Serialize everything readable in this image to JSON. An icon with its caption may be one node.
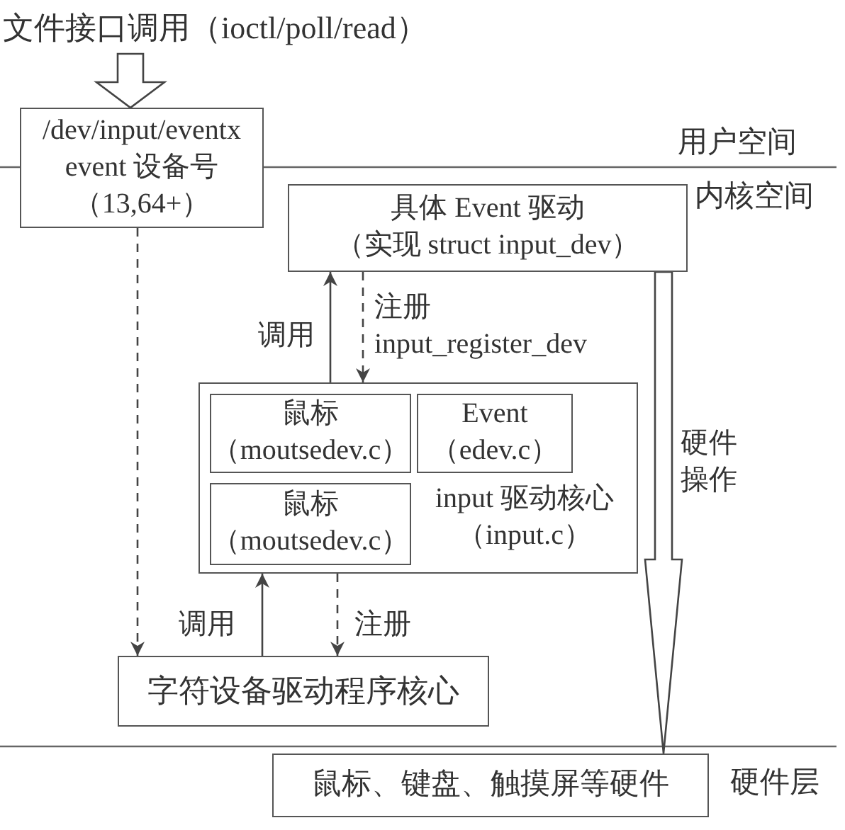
{
  "diagram": {
    "nodes": [
      {
        "text": [
          "文件接口调用（ioctl/poll/read）"
        ]
      },
      {
        "text": [
          "/dev/input/eventx event 设备号",
          "（13,64+）"
        ]
      },
      {
        "text": [
          "具体 Event 驱动",
          "（实现 struct input_dev）"
        ]
      },
      {
        "text": [
          "input 驱动核心",
          "（input.c）"
        ]
      },
      {
        "text": [
          "鼠标",
          "（moutsedev.c）"
        ],
        "in": 3
      },
      {
        "text": [
          "Event",
          "（edev.c）"
        ],
        "in": 3
      },
      {
        "text": [
          "鼠标",
          "（moutsedev.c）"
        ],
        "in": 3
      },
      {
        "text": [
          "字符设备驱动程序核心"
        ]
      },
      {
        "text": [
          "鼠标、键盘、触摸屏等硬件"
        ]
      }
    ],
    "edges": [
      {
        "from": 0,
        "to": 1,
        "arrow": "to",
        "style": "thick"
      },
      {
        "from": 1,
        "to": 7,
        "arrow": "to",
        "style": "dashed"
      },
      {
        "from": 3,
        "to": 2,
        "arrow": "to",
        "label": "调用"
      },
      {
        "from": 2,
        "to": 3,
        "arrow": "to",
        "style": "dashed",
        "label": "注册 input_register_dev"
      },
      {
        "from": 7,
        "to": 3,
        "arrow": "to",
        "label": "调用"
      },
      {
        "from": 3,
        "to": 7,
        "arrow": "to",
        "style": "dashed",
        "label": "注册"
      },
      {
        "from": 2,
        "to": 8,
        "arrow": "to",
        "style": "thick",
        "label": "硬件操作"
      }
    ],
    "labels": [
      "用户空间",
      "内核空间",
      "硬件层"
    ]
  }
}
